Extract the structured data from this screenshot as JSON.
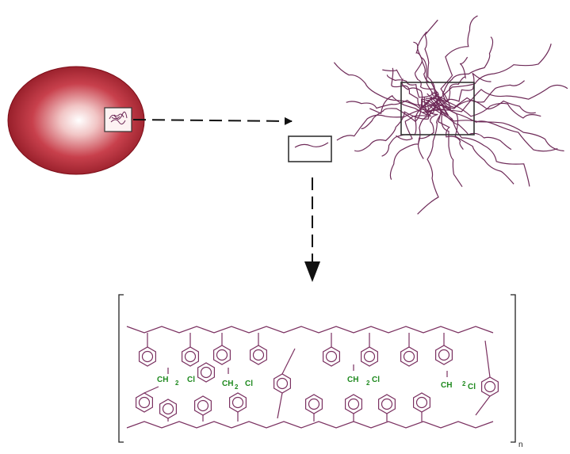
{
  "colors": {
    "bead_dark": "#7d0d18",
    "bead_mid": "#c8404c",
    "bead_light": "#ffffff",
    "strand": "#6e2a58",
    "chemical_labels": "#1f8a1f",
    "boxes": "#333333",
    "arrows": "#111111"
  },
  "labels": {
    "ch2cl_1": {
      "ch": "CH",
      "sub": "2",
      "cl": "Cl"
    },
    "ch2cl_2": {
      "ch": "CH",
      "sub": "2",
      "cl": "Cl"
    },
    "ch2cl_3": {
      "ch": "CH",
      "sub": "2",
      "cl": "Cl"
    },
    "ch2cl_4": {
      "ch": "CH",
      "sub": "2",
      "cl": "Cl"
    },
    "repeat_subscript": "n"
  }
}
